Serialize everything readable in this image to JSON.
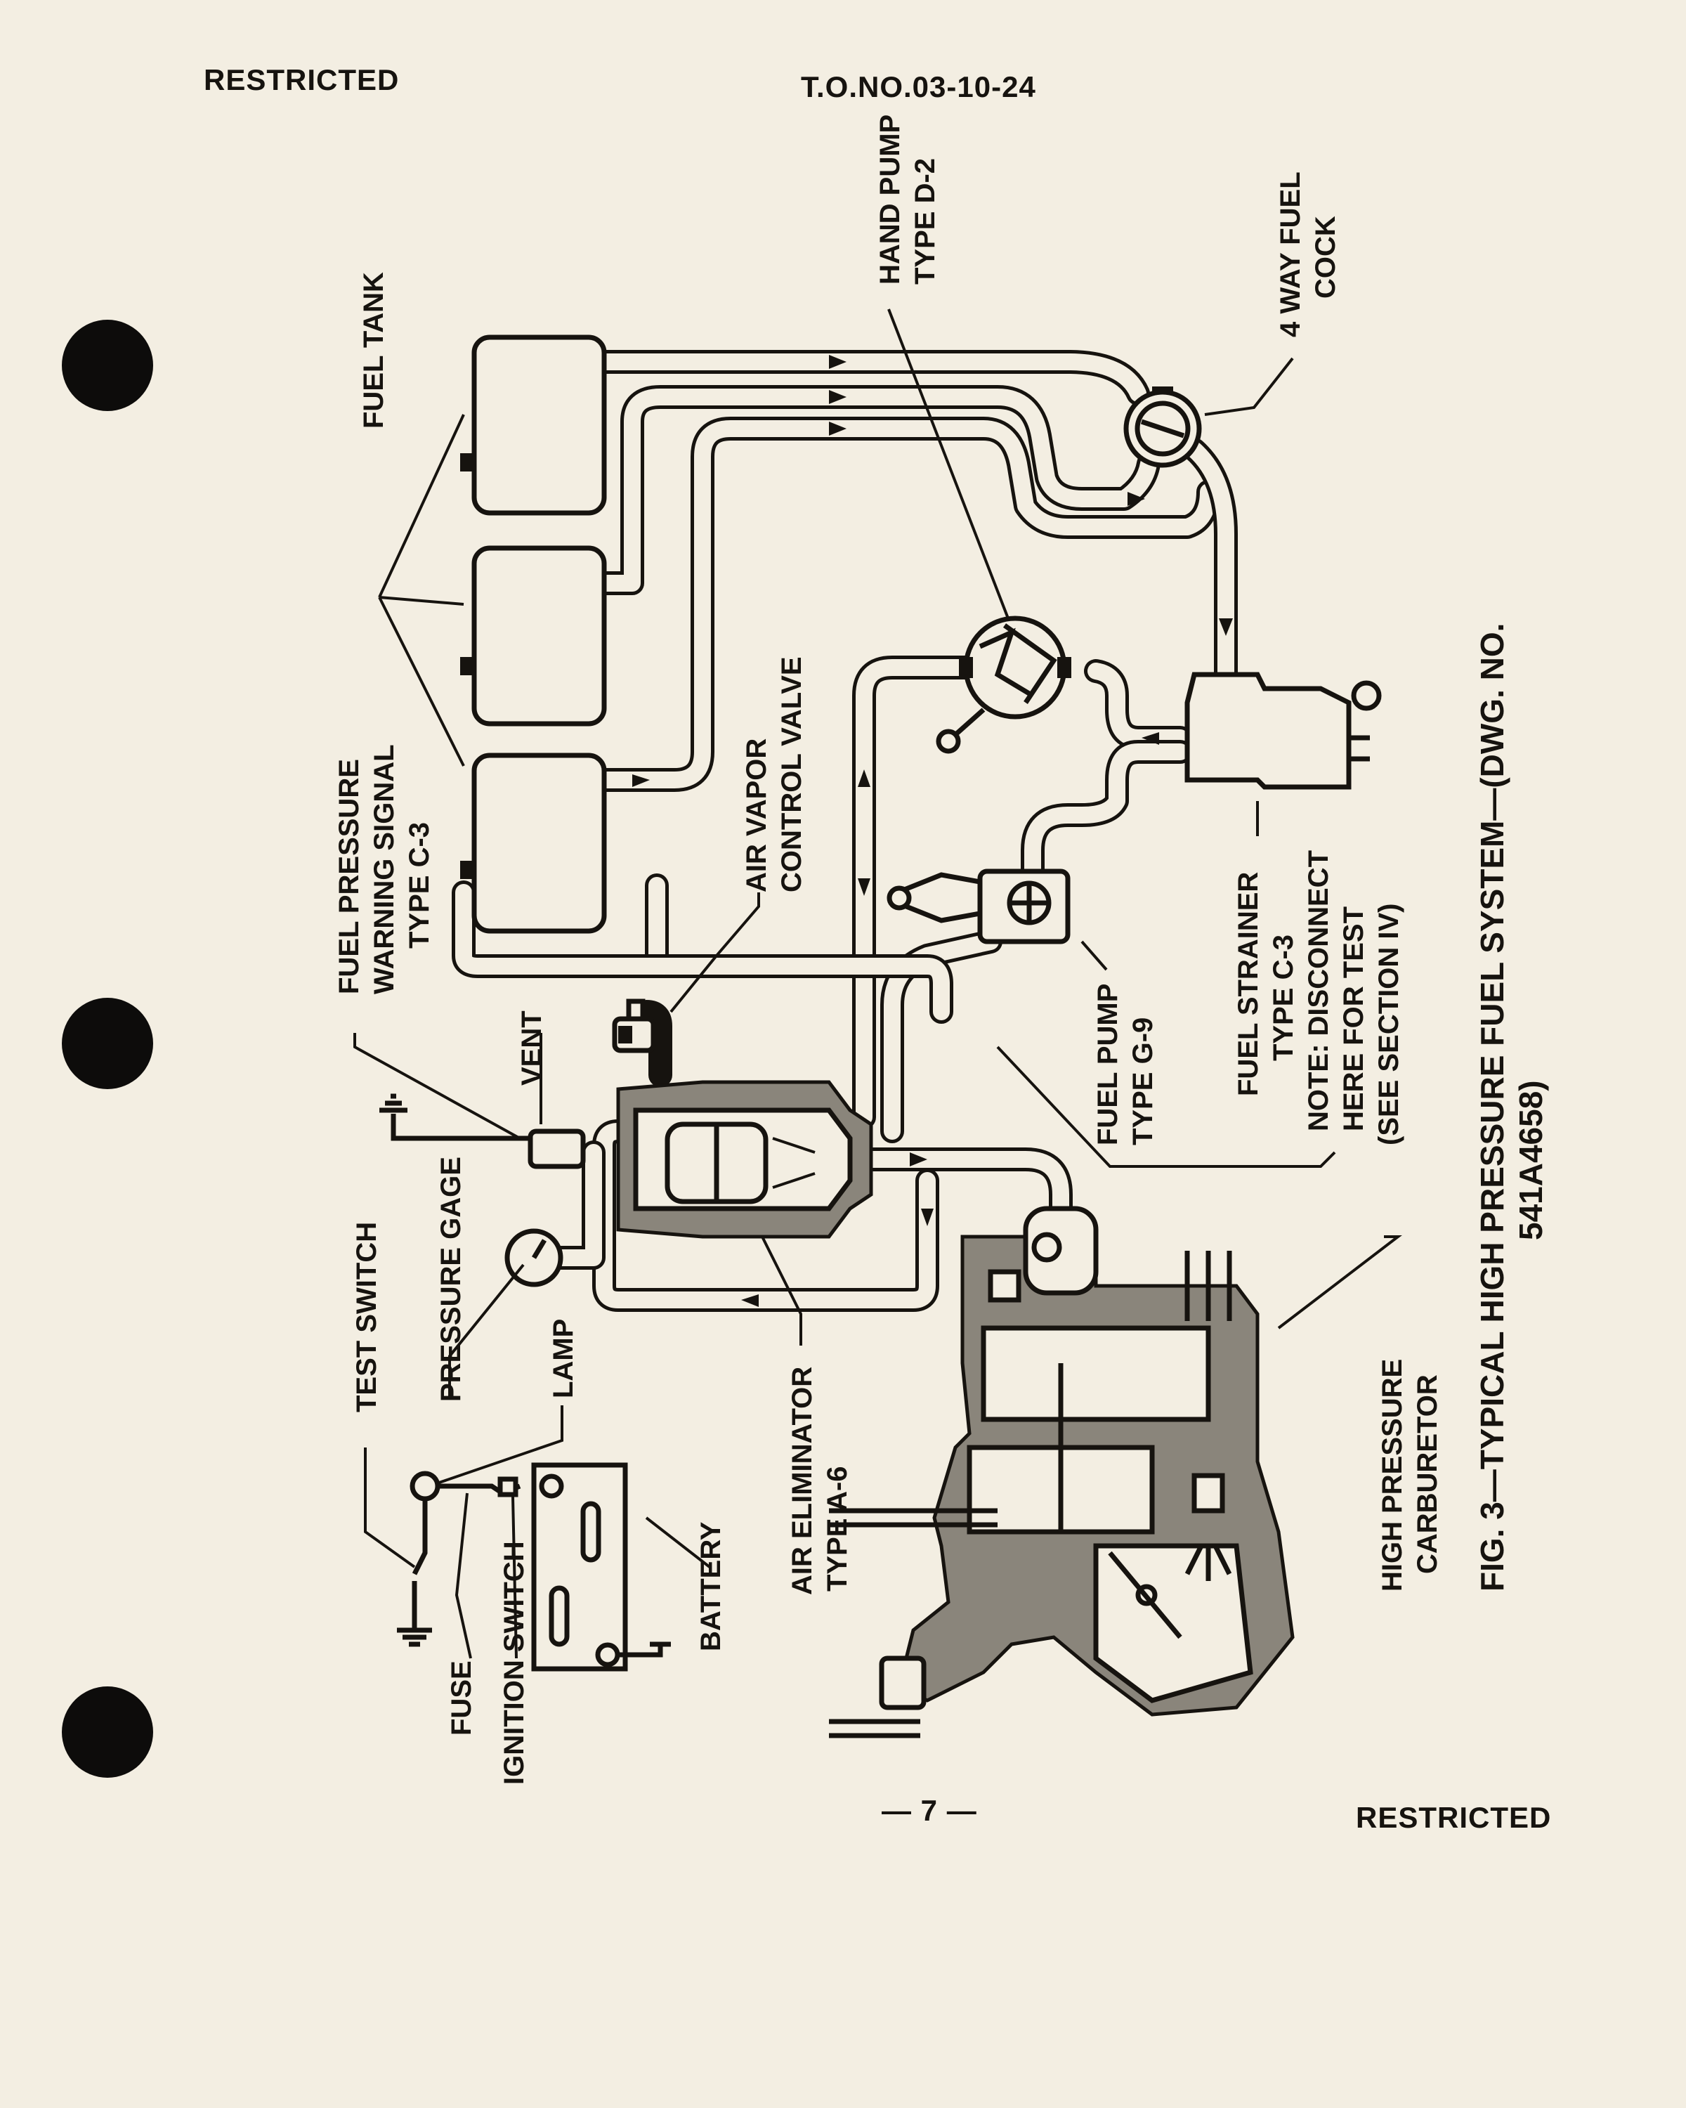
{
  "header": {
    "left": "RESTRICTED",
    "center": "T.O.NO.03-10-24"
  },
  "footer": {
    "page_number": "— 7 —",
    "right": "RESTRICTED"
  },
  "labels": {
    "fuel_tank": "FUEL   TANK",
    "hand_pump_1": "HAND PUMP",
    "hand_pump_2": "TYPE  D-2",
    "fuel_cock_1": "4  WAY  FUEL",
    "fuel_cock_2": "COCK",
    "warning_1": "FUEL PRESSURE",
    "warning_2": "WARNING SIGNAL",
    "warning_3": "TYPE  C-3",
    "air_vapor_1": "AIR VAPOR",
    "air_vapor_2": "CONTROL VALVE",
    "vent": "VENT",
    "fuel_pump_1": "FUEL  PUMP",
    "fuel_pump_2": "TYPE  G-9",
    "strainer_1": "FUEL  STRAINER",
    "strainer_2": "TYPE   C-3",
    "strainer_3": "NOTE: DISCONNECT",
    "strainer_4": "HERE FOR TEST",
    "strainer_5": "(SEE SECTION IV)",
    "test_switch": "TEST SWITCH",
    "pressure_gage": "PRESSURE GAGE",
    "lamp": "LAMP",
    "battery": "BATTERY",
    "fuse": "FUSE",
    "ignition_switch": "IGNITION SWITCH",
    "air_eliminator_1": "AIR ELIMINATOR",
    "air_eliminator_2": "TYPE   A-6",
    "carburetor_1": "HIGH   PRESSURE",
    "carburetor_2": "CARBURETOR"
  },
  "caption": {
    "line1": "FIG. 3—TYPICAL  HIGH PRESSURE  FUEL  SYSTEM—(DWG. NO.",
    "line2": "541A4658)"
  }
}
